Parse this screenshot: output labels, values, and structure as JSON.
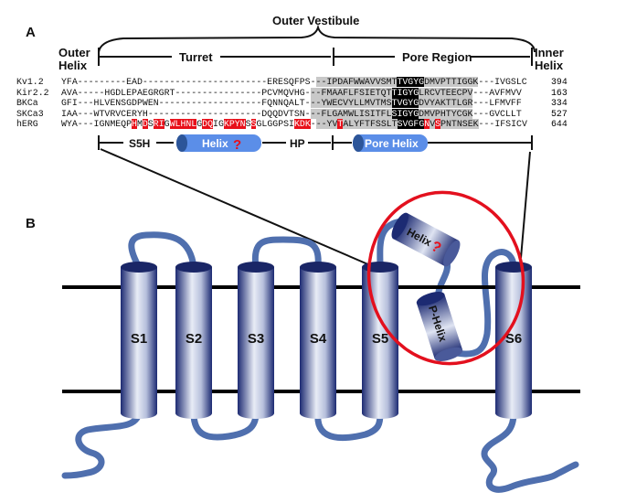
{
  "panel_a": {
    "label": "A",
    "outer_vestibule": "Outer Vestibule",
    "outer_helix": [
      "Outer",
      "Helix"
    ],
    "inner_helix": [
      "Inner",
      "Helix"
    ],
    "turret": "Turret",
    "pore_region": "Pore Region",
    "sequences": [
      {
        "name": "Kv1.2",
        "pre": "YFA---------EAD-----------------------ERESQFPS-",
        "gap": "--",
        "pore_a": "IPDAFWWAVVSMT",
        "filter": "TVGYG",
        "pore_b": "DMVPTTIGGK",
        "post": "---IVGSLC",
        "number": "394"
      },
      {
        "name": "Kir2.2",
        "pre": "AVA-----HGDLEPAEGRGRT----------------PCVMQVHG-",
        "gap": "--",
        "pore_a": "FMAAFLFSIETQT",
        "filter": "TIGYG",
        "pore_b": "LRCVTEECPV",
        "post": "---AVFMVV",
        "number": "163"
      },
      {
        "name": "BKCa",
        "pre": "GFI---HLVENSGDPWEN-------------------FQNNQALT-",
        "gap": "--",
        "pore_a": "YWECVYLLMVTMS",
        "filter": "TVGYG",
        "pore_b": "DVYAKTTLGR",
        "post": "---LFMVFF",
        "number": "334"
      },
      {
        "name": "SKCa3",
        "pre": "IAA---WTVRVCERYH---------------------DQQDVTSN-",
        "gap": "--",
        "pore_a": "FLGAMWLISITFL",
        "filter": "SIGYG",
        "pore_b": "DMVPHTYCGK",
        "post": "---GVCLLT",
        "number": "527"
      },
      {
        "name": "hERG",
        "number": "644"
      }
    ],
    "herg_segments": [
      [
        "WYA---IGNMEQP",
        ""
      ],
      [
        "H",
        "r"
      ],
      [
        "M",
        ""
      ],
      [
        "D",
        "r"
      ],
      [
        "S",
        ""
      ],
      [
        "RI",
        "r"
      ],
      [
        "G",
        ""
      ],
      [
        "WLHNL",
        "r"
      ],
      [
        "G",
        ""
      ],
      [
        "DQ",
        "r"
      ],
      [
        "IG",
        ""
      ],
      [
        "KPYN",
        "r"
      ],
      [
        "S",
        ""
      ],
      [
        "S",
        "r"
      ],
      [
        "GLGGPSI",
        ""
      ],
      [
        "KDK",
        "r"
      ],
      [
        "-",
        ""
      ],
      [
        "--",
        "g"
      ],
      [
        "YV",
        "g"
      ],
      [
        "T",
        "r"
      ],
      [
        "ALYFTFSSLT",
        "g"
      ],
      [
        "SVGFG",
        "k"
      ],
      [
        "N",
        "r"
      ],
      [
        "V",
        "g"
      ],
      [
        "S",
        "r"
      ],
      [
        "PNTNSEK",
        "g"
      ],
      [
        "---IFSICV",
        ""
      ]
    ],
    "structure": {
      "s5h": "S5H",
      "helix_q": "Helix",
      "question": "?",
      "hp": "HP",
      "pore_helix": "Pore Helix"
    }
  },
  "panel_b": {
    "label": "B",
    "segments": [
      "S1",
      "S2",
      "S3",
      "S4",
      "S5",
      "S6"
    ],
    "helix_q": "Helix",
    "question": "?",
    "p_helix": "P-Helix"
  },
  "colors": {
    "highlight_red": "#e8101a",
    "cylinder_blue": "#1f2f7a",
    "loop_blue": "#4f6fae",
    "ellipse_red": "#e3101e",
    "pore_gray": "#c8c8c8",
    "helix_bar_blue": "#5b8ee8"
  }
}
